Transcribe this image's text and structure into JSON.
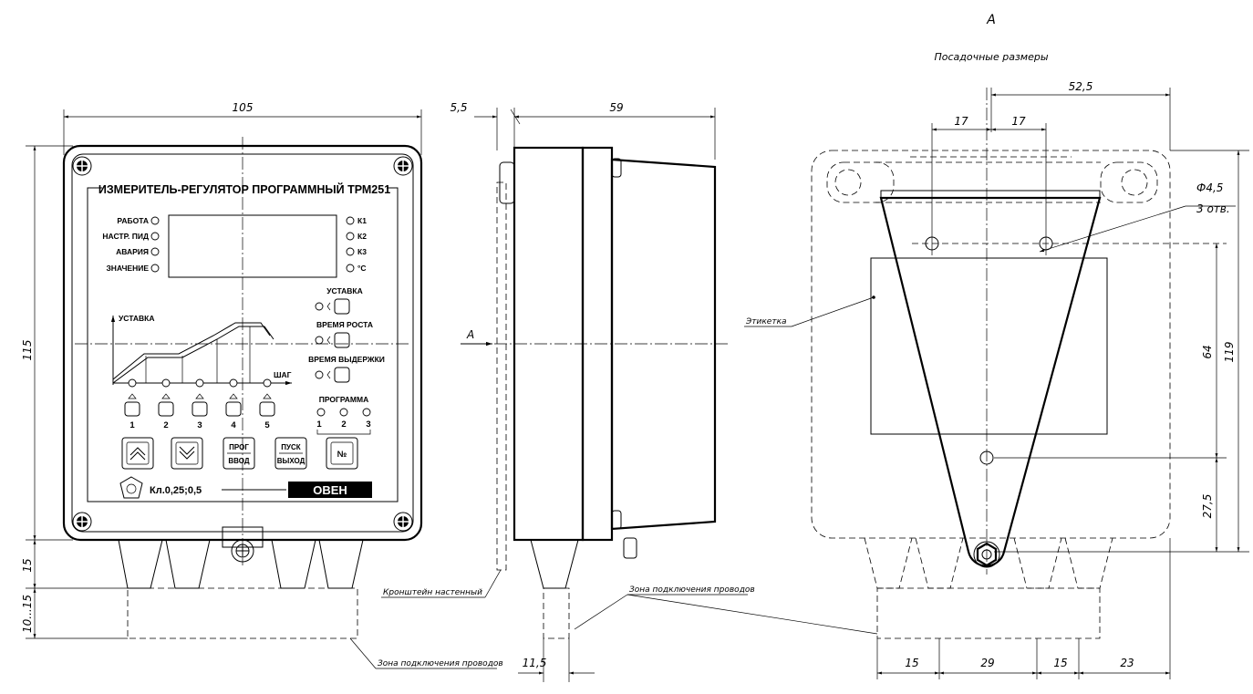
{
  "view_title": "А",
  "view_subtitle": "Посадочные размеры",
  "front_view": {
    "dims": {
      "width": "105",
      "height": "115",
      "bottom_zone": "15",
      "bottom_extra": "10...15"
    },
    "panel": {
      "title": "ИЗМЕРИТЕЛЬ-РЕГУЛЯТОР ПРОГРАММНЫЙ  ТРМ251",
      "left_indicators": [
        "РАБОТА",
        "НАСТР. ПИД",
        "АВАРИЯ",
        "ЗНАЧЕНИЕ"
      ],
      "right_indicators": [
        "К1",
        "К2",
        "К3",
        "°С"
      ],
      "setpoint_buttons": [
        "УСТАВКА",
        "ВРЕМЯ РОСТА",
        "ВРЕМЯ ВЫДЕРЖКИ"
      ],
      "graph_label": "УСТАВКА",
      "step_label": "ШАГ",
      "step_numbers": [
        "1",
        "2",
        "3",
        "4",
        "5"
      ],
      "program_label": "ПРОГРАММА",
      "program_numbers": [
        "1",
        "2",
        "3"
      ],
      "big_buttons": {
        "prog_top": "ПРОГ",
        "prog_bottom": "ВВОД",
        "start_top": "ПУСК",
        "start_bottom": "ВЫХОД",
        "number": "№"
      },
      "accuracy_class": "Кл.0,25;0,5",
      "brand": "ОВЕН"
    },
    "callout_zone": "Зона подключения проводов"
  },
  "side_view": {
    "dims": {
      "offset": "5,5",
      "depth": "59",
      "bottom_width": "11,5"
    },
    "view_arrow": "А",
    "callout_bracket": "Кронштейн настенный",
    "callout_zone": "Зона подключения проводов"
  },
  "rear_view": {
    "dims": {
      "half_width": "52,5",
      "left_17": "17",
      "right_17": "17",
      "hole": "Ф4,5",
      "holes_count": "3 отв.",
      "vert_64": "64",
      "vert_119": "119",
      "vert_27_5": "27,5",
      "bottom_15a": "15",
      "bottom_29": "29",
      "bottom_15b": "15",
      "bottom_23": "23"
    },
    "callout_label": "Этикетка"
  }
}
